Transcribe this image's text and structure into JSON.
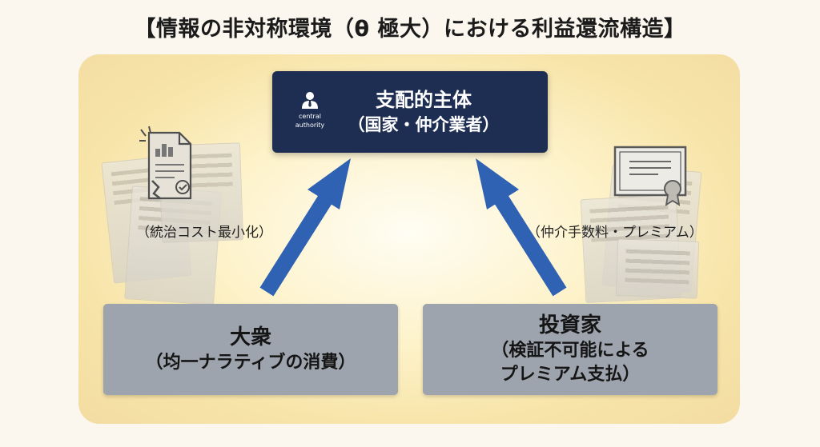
{
  "title": "【情報の非対称環境（θ 極大）における利益還流構造】",
  "top_node": {
    "name": "支配的主体",
    "detail": "（国家・仲介業者）",
    "icon": "person-icon",
    "icon_caption_line1": "central",
    "icon_caption_line2": "authority"
  },
  "left_node": {
    "name": "大衆",
    "detail": "（均一ナラティブの消費）"
  },
  "right_node": {
    "name": "投資家",
    "detail_line1": "（検証不可能による",
    "detail_line2": "プレミアム支払）"
  },
  "left_edge_label": "（統治コスト最小化）",
  "right_edge_label": "（仲介手数料・プレミアム）",
  "colors": {
    "top_node": "#1e2e52",
    "bottom_nodes": "#9ea4ad",
    "arrow": "#2f62b2",
    "background_glow": "#f7e4a8"
  },
  "decorations": {
    "left": "damaged-document-icon",
    "right": "certificate-icon"
  }
}
